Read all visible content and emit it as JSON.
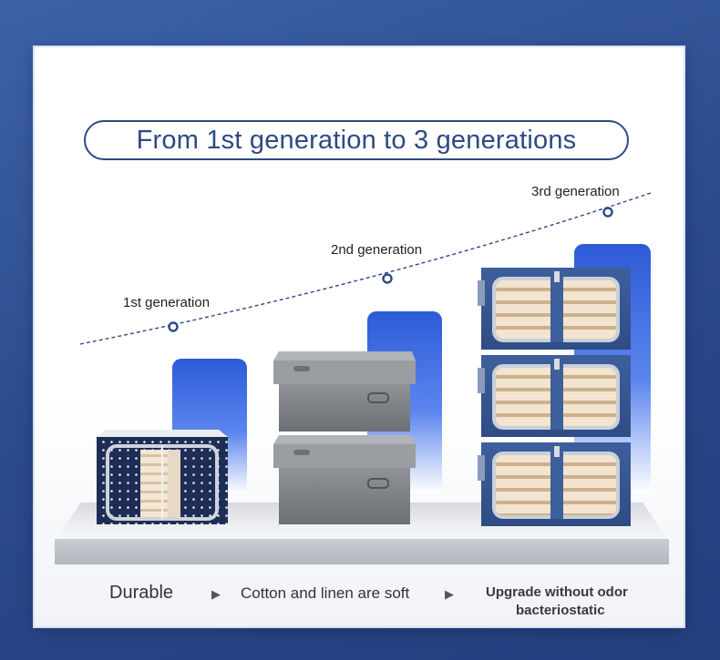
{
  "title": "From 1st generation to 3 generations",
  "generations": [
    {
      "label": "1st generation"
    },
    {
      "label": "2nd generation"
    },
    {
      "label": "3rd generation"
    }
  ],
  "features": {
    "first": "Durable",
    "second": "Cotton and linen are soft",
    "third_line1": "Upgrade without odor",
    "third_line2": "bacteriostatic"
  },
  "colors": {
    "accent": "#2d4a84",
    "bar": "#3a67de",
    "background": "#2b4a8c"
  }
}
